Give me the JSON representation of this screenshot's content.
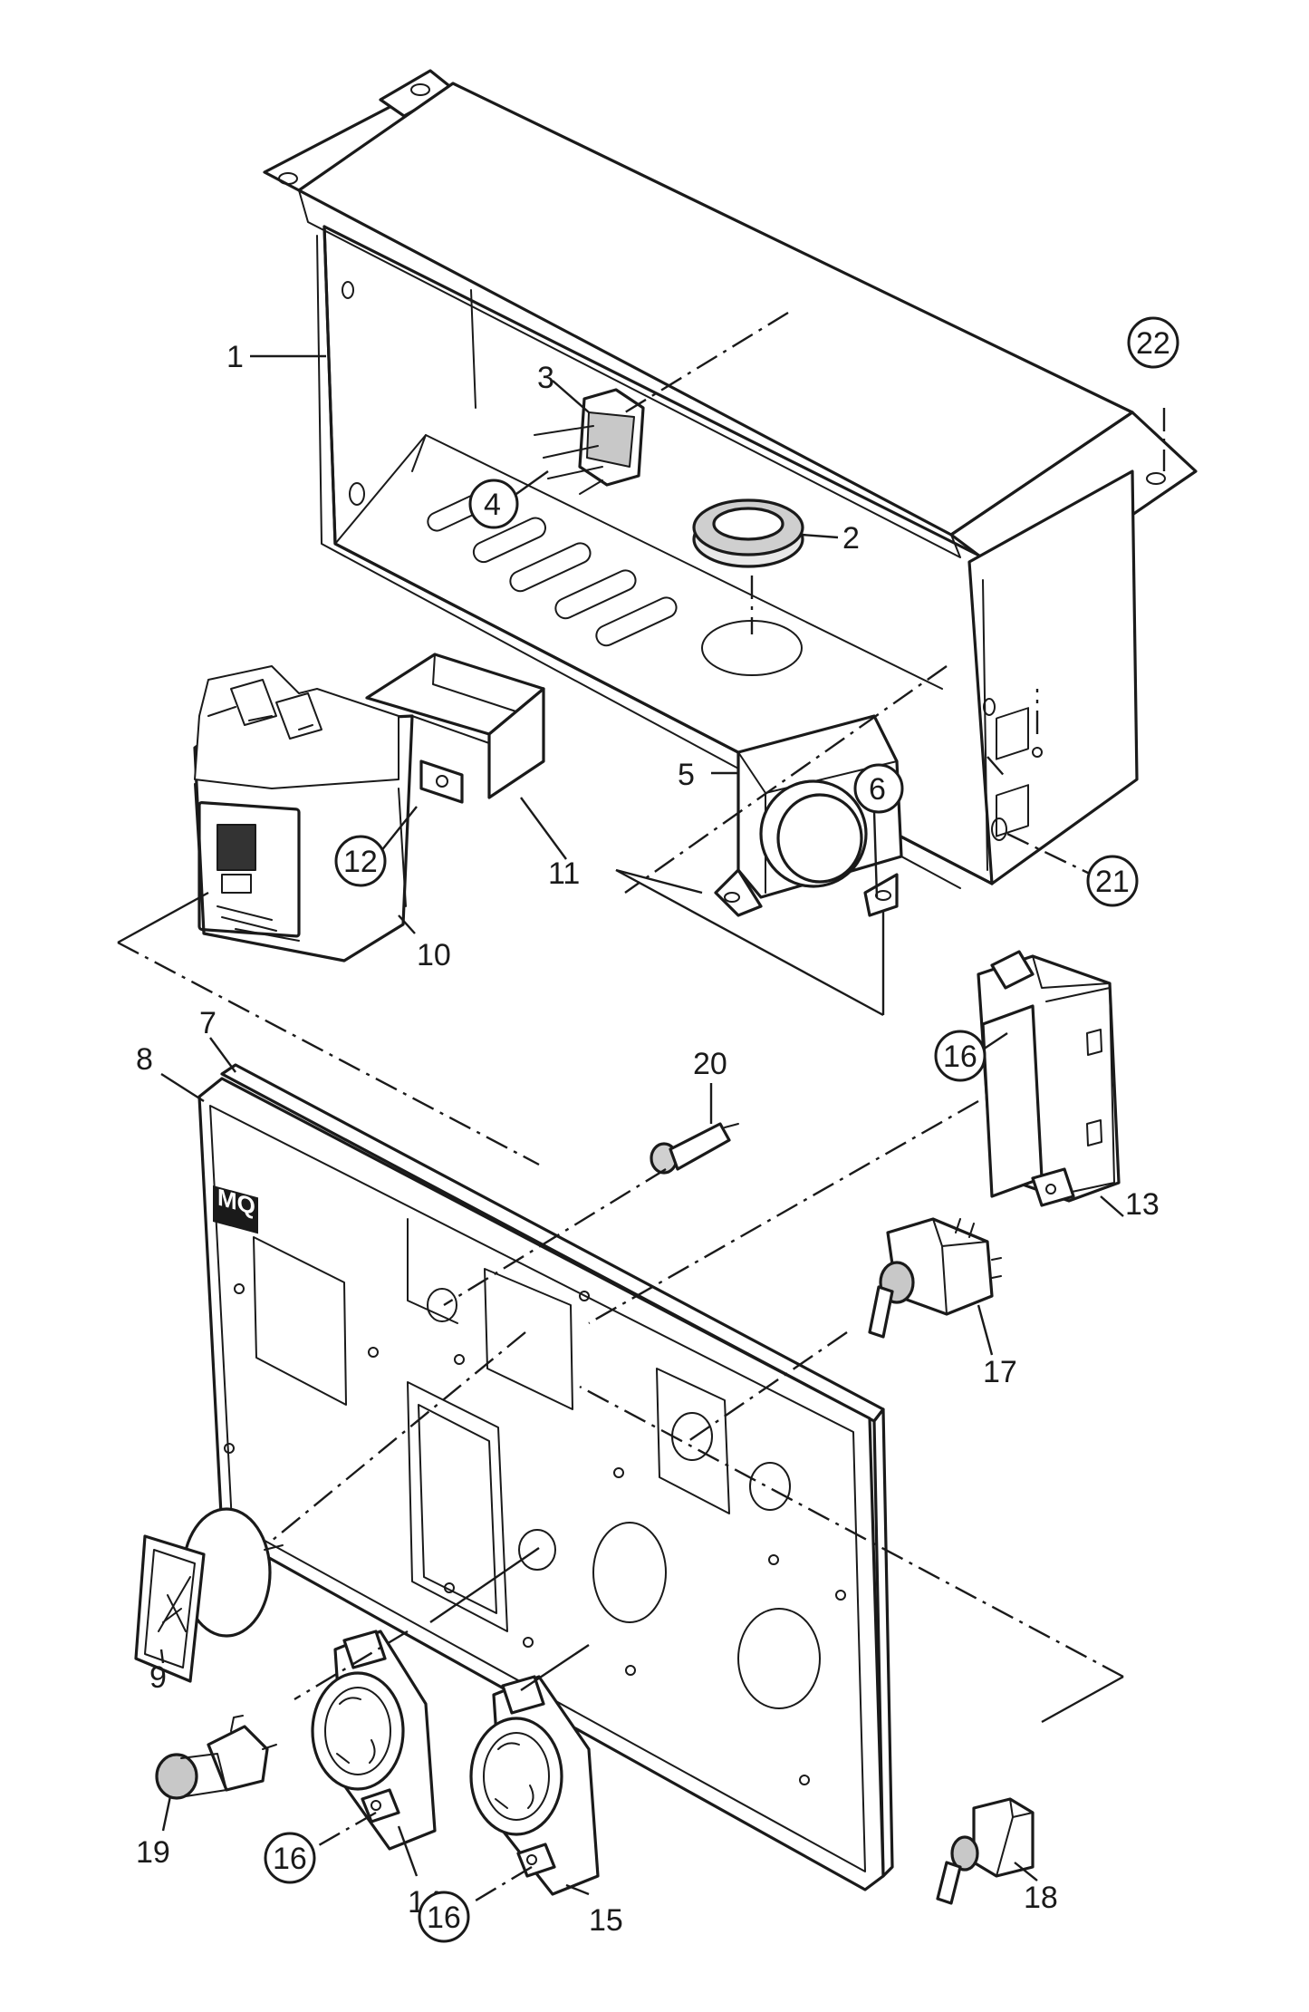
{
  "diagram": {
    "logo_text": "MQ",
    "callouts": [
      {
        "id": "c1",
        "text": "1",
        "circled": false
      },
      {
        "id": "c2",
        "text": "2",
        "circled": false
      },
      {
        "id": "c3",
        "text": "3",
        "circled": false
      },
      {
        "id": "c4",
        "text": "4",
        "circled": true
      },
      {
        "id": "c5",
        "text": "5",
        "circled": false
      },
      {
        "id": "c6",
        "text": "6",
        "circled": true
      },
      {
        "id": "c7",
        "text": "7",
        "circled": false
      },
      {
        "id": "c8",
        "text": "8",
        "circled": false
      },
      {
        "id": "c9",
        "text": "9",
        "circled": false
      },
      {
        "id": "c10",
        "text": "10",
        "circled": false
      },
      {
        "id": "c11",
        "text": "11",
        "circled": false
      },
      {
        "id": "c12",
        "text": "12",
        "circled": true
      },
      {
        "id": "c13",
        "text": "13",
        "circled": false
      },
      {
        "id": "c14",
        "text": "14",
        "circled": false
      },
      {
        "id": "c15",
        "text": "15",
        "circled": false
      },
      {
        "id": "c16a",
        "text": "16",
        "circled": true
      },
      {
        "id": "c16b",
        "text": "16",
        "circled": true
      },
      {
        "id": "c16c",
        "text": "16",
        "circled": true
      },
      {
        "id": "c17",
        "text": "17",
        "circled": false
      },
      {
        "id": "c18",
        "text": "18",
        "circled": false
      },
      {
        "id": "c19",
        "text": "19",
        "circled": false
      },
      {
        "id": "c20",
        "text": "20",
        "circled": false
      },
      {
        "id": "c21",
        "text": "21",
        "circled": true
      },
      {
        "id": "c22",
        "text": "22",
        "circled": true
      }
    ]
  }
}
